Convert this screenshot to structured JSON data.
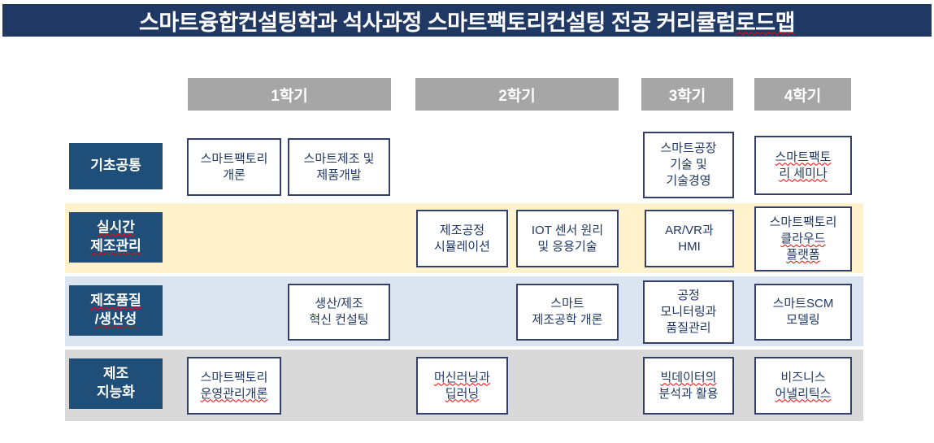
{
  "title": {
    "main": "스마트융합컨설팅학과 석사과정 스마트팩토리컨설팅 전공 커리큘럼 ",
    "tail": "로드맵"
  },
  "semesters": [
    "1학기",
    "2학기",
    "3학기",
    "4학기"
  ],
  "row_headers": [
    {
      "lines": [
        "기초공통"
      ]
    },
    {
      "lines": [
        "실시간",
        "제조관리"
      ]
    },
    {
      "lines": [
        "제조품질",
        "/생산성"
      ]
    },
    {
      "lines": [
        "제조",
        "지능화"
      ]
    }
  ],
  "courses": [
    {
      "lines": [
        "스마트팩토리",
        "개론"
      ]
    },
    {
      "lines": [
        "스마트제조 및",
        "제품개발"
      ]
    },
    {
      "lines": [
        "스마트공장",
        "기술 및",
        "기술경영"
      ]
    },
    {
      "lines": [
        "스마트팩토",
        "리 세미나"
      ]
    },
    {
      "lines": [
        "제조공정",
        "시뮬레이션"
      ]
    },
    {
      "lines": [
        "IOT 센서 원리",
        "및 응용기술"
      ]
    },
    {
      "lines": [
        "AR/VR과",
        "HMI"
      ]
    },
    {
      "lines": [
        "스마트팩토리",
        "클라우드",
        "플랫폼"
      ]
    },
    {
      "lines": [
        "생산/제조",
        "혁신 컨설팅"
      ]
    },
    {
      "lines": [
        "스마트",
        "제조공학 개론"
      ]
    },
    {
      "lines": [
        "공정",
        "모니터링과",
        "품질관리"
      ]
    },
    {
      "lines": [
        "스마트SCM",
        "모델링"
      ]
    },
    {
      "lines": [
        "스마트팩토리",
        "운영관리개론"
      ]
    },
    {
      "lines": [
        "머신러닝과",
        "딥러닝"
      ]
    },
    {
      "lines": [
        "빅데이터의",
        "분석과 활용"
      ]
    },
    {
      "lines": [
        "비즈니스",
        "어낼리틱스"
      ]
    }
  ],
  "colors": {
    "title_bg": "#203864",
    "semester_header_bg": "#a6a6a6",
    "row_header_bg": "#1f4e79",
    "band_realtime": "#fff2cc",
    "band_quality": "#dbe5f1",
    "band_intelligence": "#d9d9d9",
    "course_text": "#203864",
    "course_border": "#333f69",
    "spellcheck_underline": "#ff0000"
  }
}
